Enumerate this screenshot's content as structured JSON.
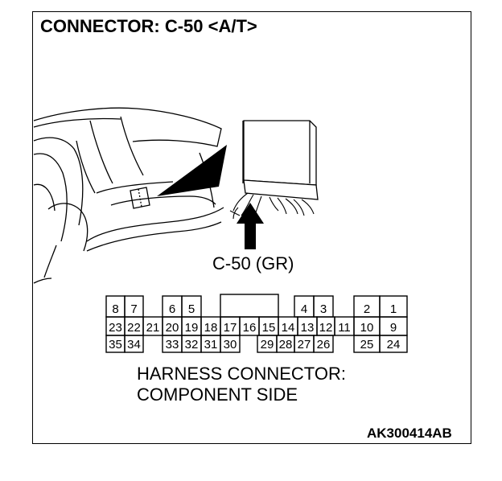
{
  "title": "CONNECTOR: C-50 <A/T>",
  "connector_label": "C-50 (GR)",
  "caption_line1": "HARNESS CONNECTOR:",
  "caption_line2": "COMPONENT SIDE",
  "figure_code": "AK300414AB",
  "pins": {
    "row1": [
      "8",
      "7",
      "6",
      "5",
      "4",
      "3",
      "2",
      "1"
    ],
    "row2": [
      "23",
      "22",
      "21",
      "20",
      "19",
      "18",
      "17",
      "16",
      "15",
      "14",
      "13",
      "12",
      "11",
      "10",
      "9"
    ],
    "row3": [
      "35",
      "34",
      "33",
      "32",
      "31",
      "30",
      "29",
      "28",
      "27",
      "26",
      "25",
      "24"
    ]
  }
}
